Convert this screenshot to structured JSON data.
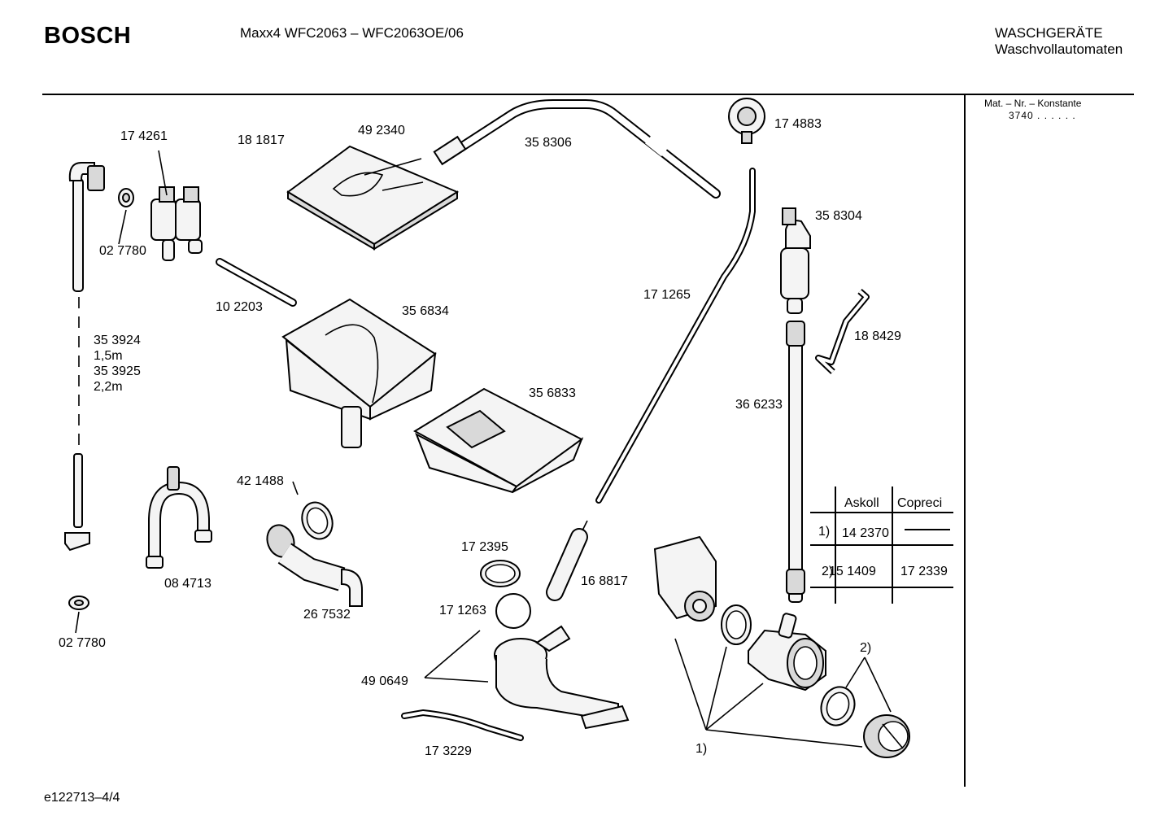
{
  "header": {
    "brand": "BOSCH",
    "model": "Maxx4 WFC2063 – WFC2063OE/06",
    "category_line1": "WASCHGERÄTE",
    "category_line2": "Waschvollautomaten"
  },
  "mat_info": {
    "label": "Mat. – Nr. – Konstante",
    "value": "3740 . . . . . ."
  },
  "parts": {
    "p174261": "17 4261",
    "p181817": "18 1817",
    "p492340": "49 2340",
    "p358306": "35 8306",
    "p174883": "17 4883",
    "p027780a": "02 7780",
    "p102203": "10 2203",
    "p356834": "35 6834",
    "p358304": "35 8304",
    "p171265": "17 1265",
    "p188429": "18 8429",
    "p353924": "35 3924",
    "p15m": "1,5m",
    "p353925": "35 3925",
    "p22m": "2,2m",
    "p356833": "35 6833",
    "p366233": "36 6233",
    "p421488": "42 1488",
    "p172395": "17 2395",
    "p168817": "16 8817",
    "p084713": "08 4713",
    "p267532": "26 7532",
    "p171263": "17 1263",
    "p027780b": "02 7780",
    "p490649": "49 0649",
    "p173229": "17 3229",
    "ref1": "1)",
    "ref2": "2)"
  },
  "variant_table": {
    "col1": "Askoll",
    "col2": "Copreci",
    "row1_ref": "1)",
    "row1_askoll": "14 2370",
    "row2_ref": "2)",
    "row2_askoll": "15 1409",
    "row2_copreci": "17 2339"
  },
  "footer": {
    "code": "e122713–4/4"
  }
}
